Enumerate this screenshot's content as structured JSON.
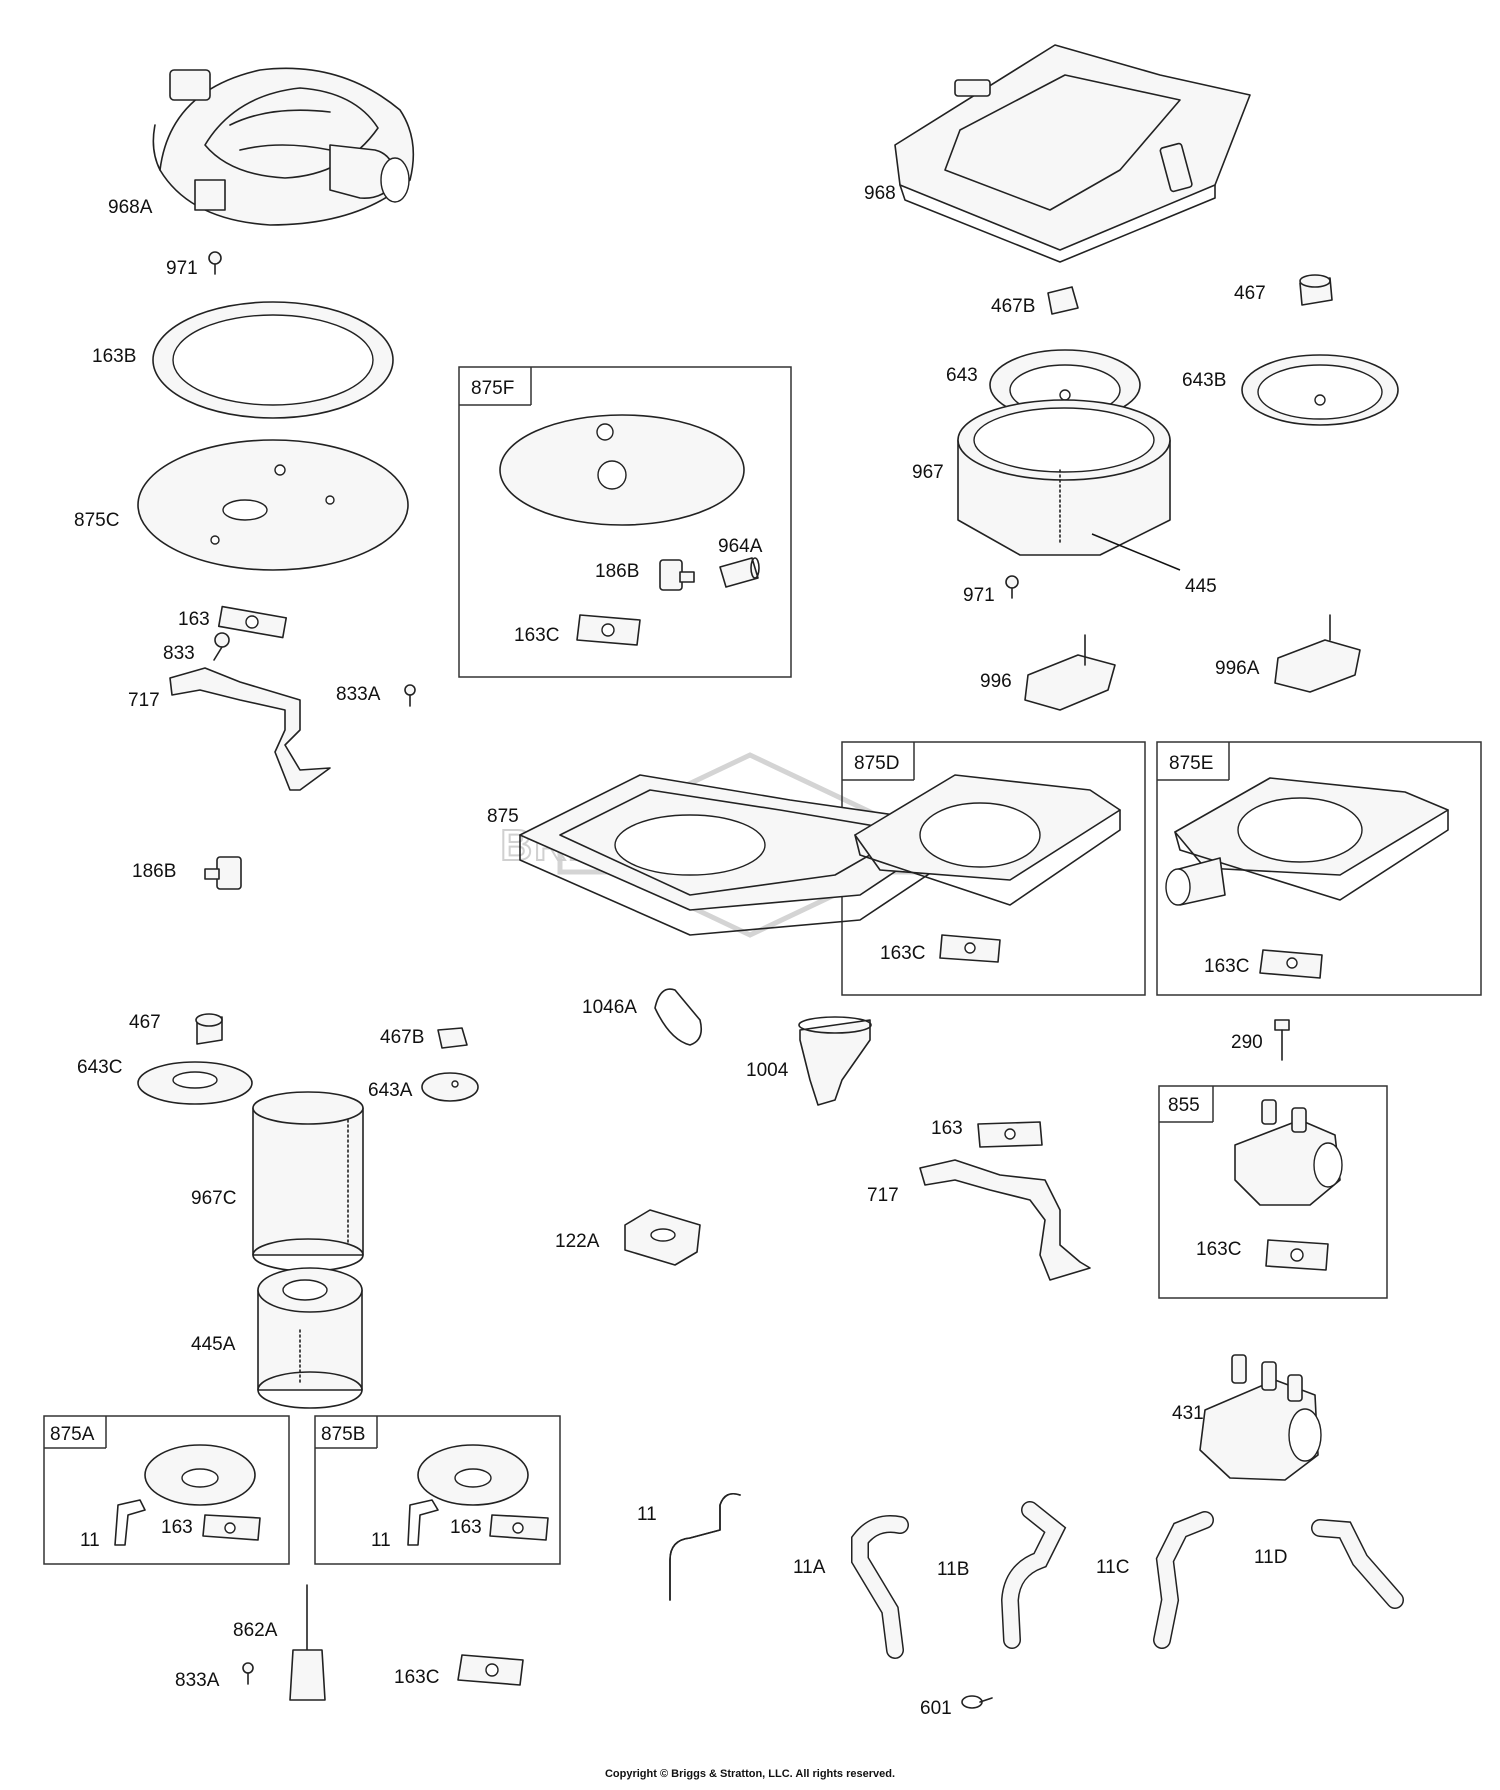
{
  "diagram": {
    "watermark": "BRIGGS & STRATTON",
    "copyright": "Copyright © Briggs & Stratton, LLC. All rights reserved.",
    "boxes": [
      {
        "id": "875F",
        "label": "875F"
      },
      {
        "id": "875D",
        "label": "875D"
      },
      {
        "id": "875E",
        "label": "875E"
      },
      {
        "id": "855",
        "label": "855"
      },
      {
        "id": "875A",
        "label": "875A"
      },
      {
        "id": "875B",
        "label": "875B"
      }
    ],
    "callouts": [
      {
        "id": "c968A",
        "label": "968A"
      },
      {
        "id": "c971a",
        "label": "971"
      },
      {
        "id": "c163B",
        "label": "163B"
      },
      {
        "id": "c875C",
        "label": "875C"
      },
      {
        "id": "c163a",
        "label": "163"
      },
      {
        "id": "c833",
        "label": "833"
      },
      {
        "id": "c717a",
        "label": "717"
      },
      {
        "id": "c833Aa",
        "label": "833A"
      },
      {
        "id": "c186Ba",
        "label": "186B"
      },
      {
        "id": "c467a",
        "label": "467"
      },
      {
        "id": "c643C",
        "label": "643C"
      },
      {
        "id": "c467Ba",
        "label": "467B"
      },
      {
        "id": "c643A",
        "label": "643A"
      },
      {
        "id": "c967C",
        "label": "967C"
      },
      {
        "id": "c445A",
        "label": "445A"
      },
      {
        "id": "c11a",
        "label": "11"
      },
      {
        "id": "c163b",
        "label": "163"
      },
      {
        "id": "c11b",
        "label": "11"
      },
      {
        "id": "c163c",
        "label": "163"
      },
      {
        "id": "c862A",
        "label": "862A"
      },
      {
        "id": "c833Ab",
        "label": "833A"
      },
      {
        "id": "c163Ca",
        "label": "163C"
      },
      {
        "id": "c186Bb",
        "label": "186B"
      },
      {
        "id": "c964A",
        "label": "964A"
      },
      {
        "id": "c163Cb",
        "label": "163C"
      },
      {
        "id": "c875",
        "label": "875"
      },
      {
        "id": "c1046A",
        "label": "1046A"
      },
      {
        "id": "c1004",
        "label": "1004"
      },
      {
        "id": "c122A",
        "label": "122A"
      },
      {
        "id": "c11c",
        "label": "11"
      },
      {
        "id": "c11A",
        "label": "11A"
      },
      {
        "id": "c11B",
        "label": "11B"
      },
      {
        "id": "c11C",
        "label": "11C"
      },
      {
        "id": "c11D",
        "label": "11D"
      },
      {
        "id": "c601",
        "label": "601"
      },
      {
        "id": "c968",
        "label": "968"
      },
      {
        "id": "c467Bb",
        "label": "467B"
      },
      {
        "id": "c467b",
        "label": "467"
      },
      {
        "id": "c643",
        "label": "643"
      },
      {
        "id": "c643B",
        "label": "643B"
      },
      {
        "id": "c967",
        "label": "967"
      },
      {
        "id": "c971b",
        "label": "971"
      },
      {
        "id": "c445",
        "label": "445"
      },
      {
        "id": "c996",
        "label": "996"
      },
      {
        "id": "c996A",
        "label": "996A"
      },
      {
        "id": "c163Cc",
        "label": "163C"
      },
      {
        "id": "c163Cd",
        "label": "163C"
      },
      {
        "id": "c290",
        "label": "290"
      },
      {
        "id": "c163d",
        "label": "163"
      },
      {
        "id": "c717b",
        "label": "717"
      },
      {
        "id": "c163Ce",
        "label": "163C"
      },
      {
        "id": "c431",
        "label": "431"
      }
    ]
  }
}
